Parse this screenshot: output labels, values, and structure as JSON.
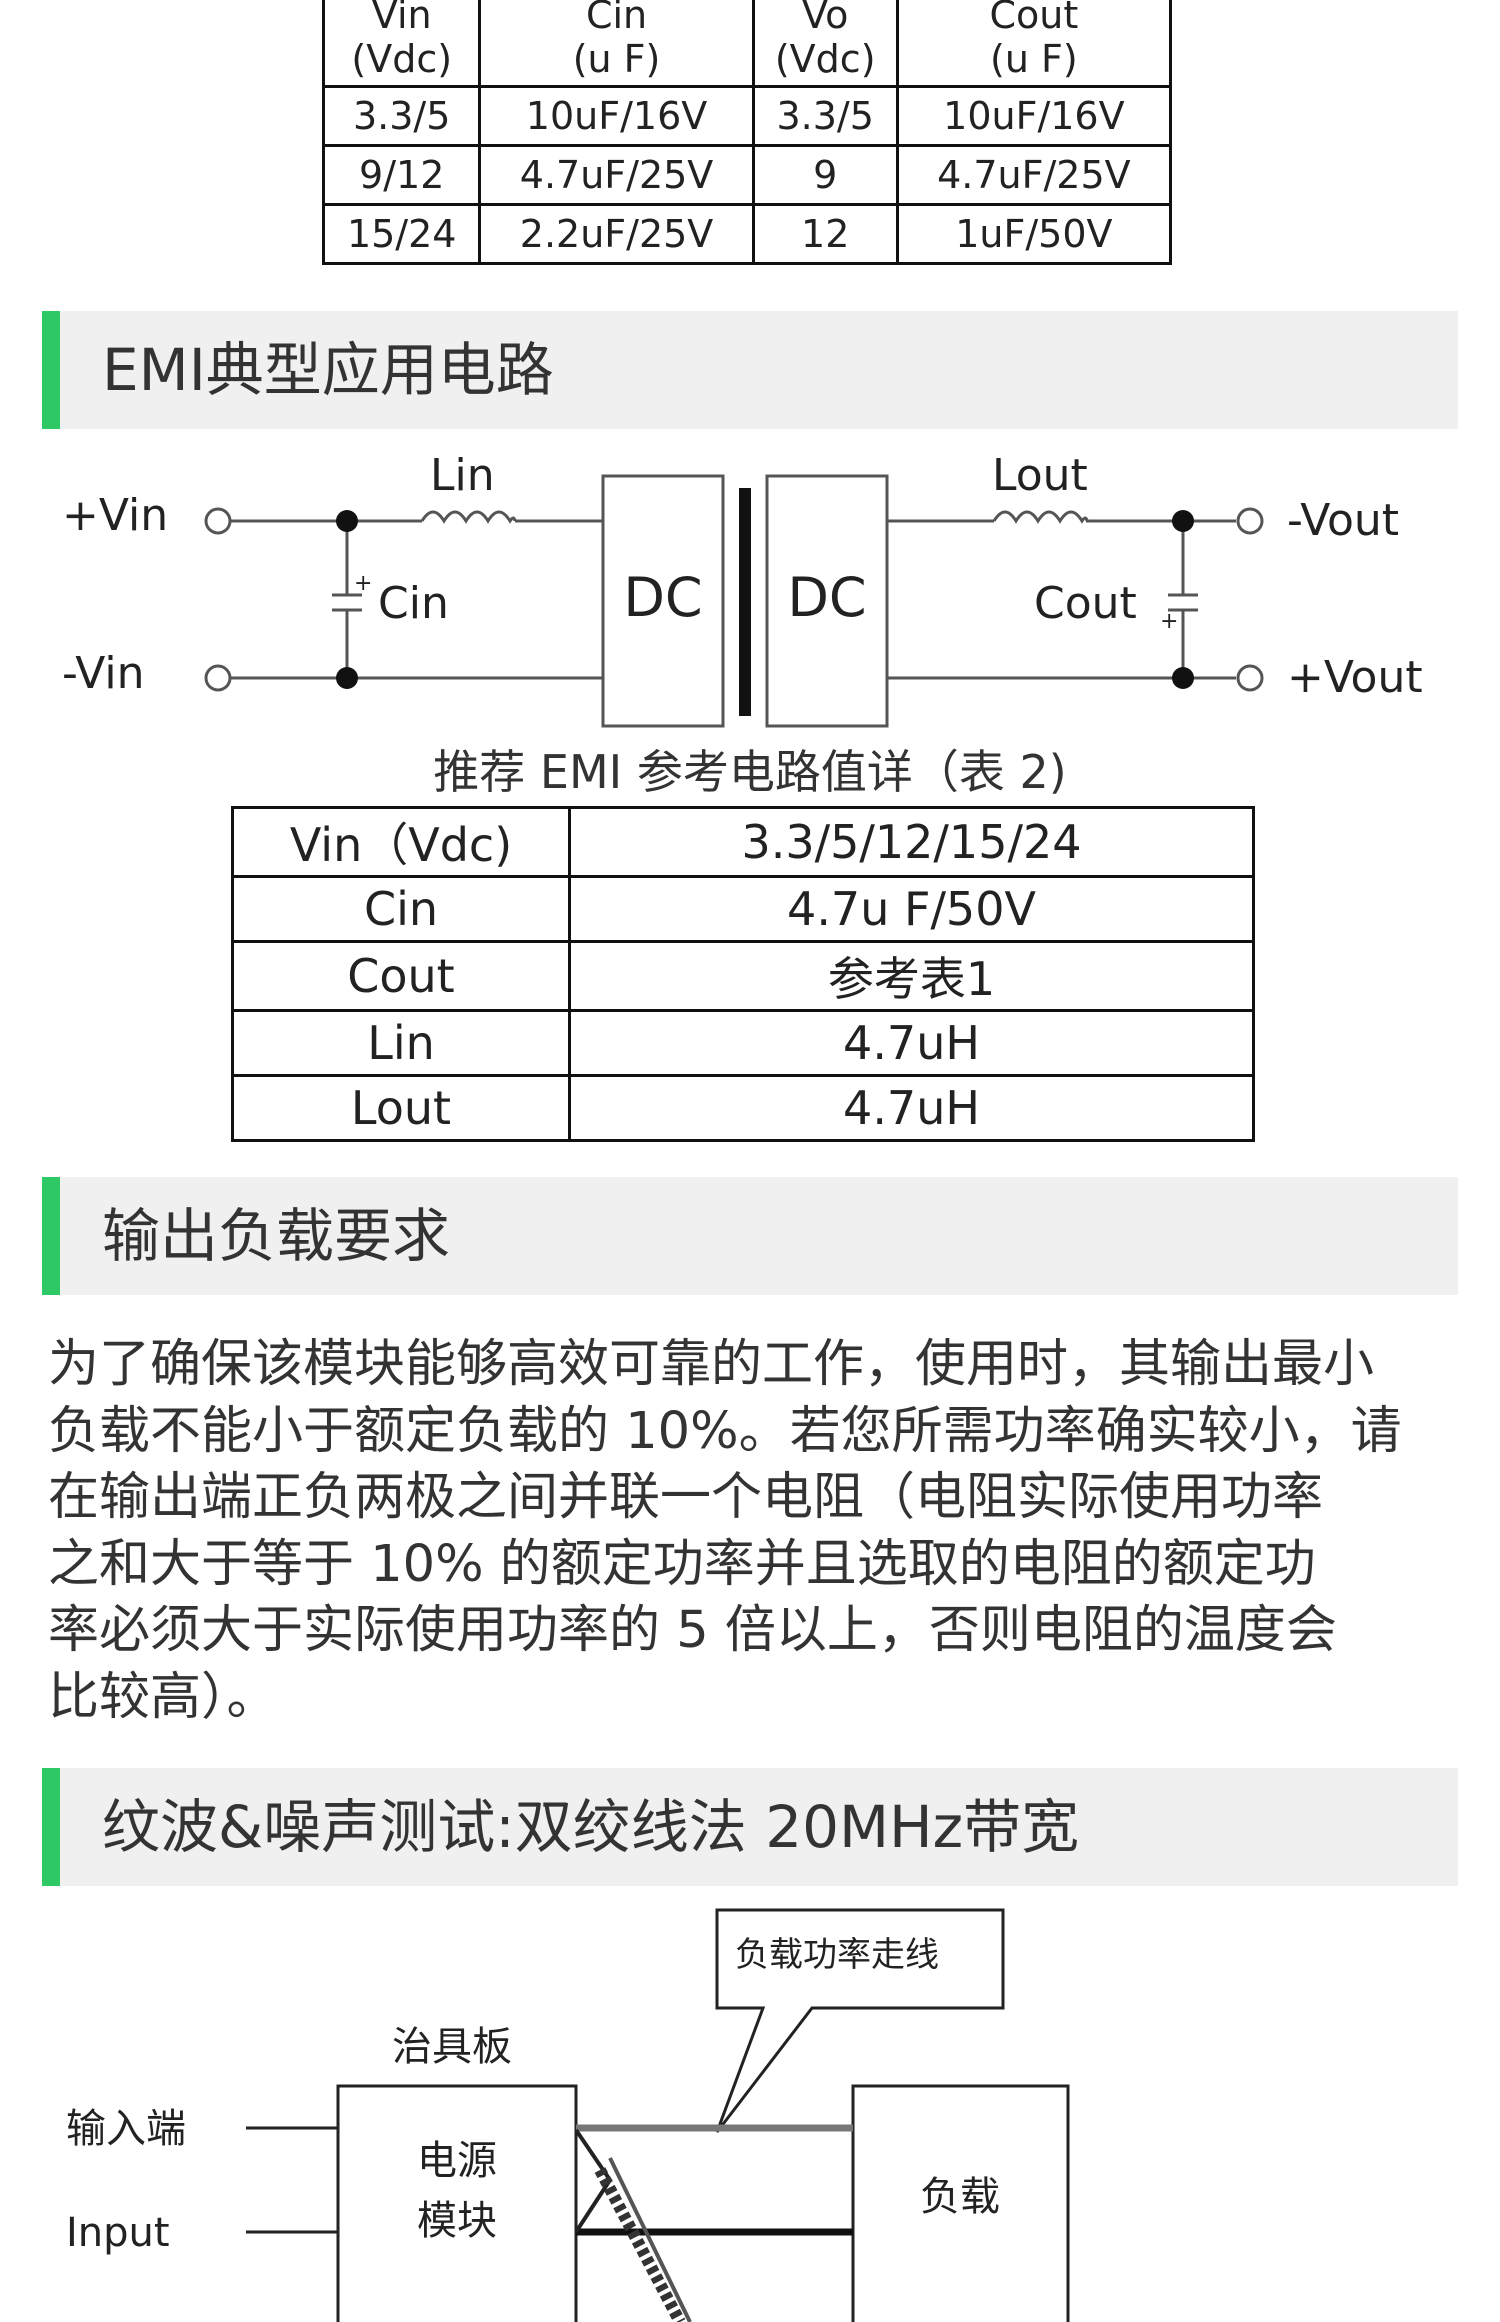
{
  "cap_table": {
    "headers": [
      {
        "top": "Vin",
        "bottom": "(Vdc)"
      },
      {
        "top": "Cin",
        "bottom": "(u F)"
      },
      {
        "top": "Vo",
        "bottom": "(Vdc)"
      },
      {
        "top": "Cout",
        "bottom": "(u F)"
      }
    ],
    "rows": [
      [
        "3.3/5",
        "10uF/16V",
        "3.3/5",
        "10uF/16V"
      ],
      [
        "9/12",
        "4.7uF/25V",
        "9",
        "4.7uF/25V"
      ],
      [
        "15/24",
        "2.2uF/25V",
        "12",
        "1uF/50V"
      ]
    ]
  },
  "sections": {
    "emi": "EMI典型应用电路",
    "load": "输出负载要求",
    "ripple": "纹波&噪声测试:双绞线法 20MHz带宽"
  },
  "circuit": {
    "vin_pos": "+Vin",
    "vin_neg": "-Vin",
    "lin": "Lin",
    "cin": "Cin",
    "dc_left": "DC",
    "dc_right": "DC",
    "lout": "Lout",
    "cout": "Cout",
    "vout_neg": "-Vout",
    "vout_pos": "+Vout",
    "plus": "+"
  },
  "emi_table": {
    "caption": "推荐 EMI 参考电路值详（表 2)",
    "rows": [
      [
        "Vin（Vdc)",
        "3.3/5/12/15/24"
      ],
      [
        "Cin",
        "4.7u F/50V"
      ],
      [
        "Cout",
        "参考表1"
      ],
      [
        "Lin",
        "4.7uH"
      ],
      [
        "Lout",
        "4.7uH"
      ]
    ]
  },
  "load_paragraph": [
    "为了确保该模块能够高效可靠的工作，使用时，其输出最小",
    "负载不能小于额定负载的 10%。若您所需功率确实较小，请",
    "在输出端正负两极之间并联一个电阻（电阻实际使用功率",
    "之和大于等于 10% 的额定功率并且选取的电阻的额定功",
    "率必须大于实际使用功率的 5 倍以上，否则电阻的温度会",
    "比较高）。"
  ],
  "test_diagram": {
    "callout": "负载功率走线",
    "fixture": "治具板",
    "input_cn": "输入端",
    "input_en": "Input",
    "module_line1": "电源",
    "module_line2": "模块",
    "load": "负载"
  }
}
